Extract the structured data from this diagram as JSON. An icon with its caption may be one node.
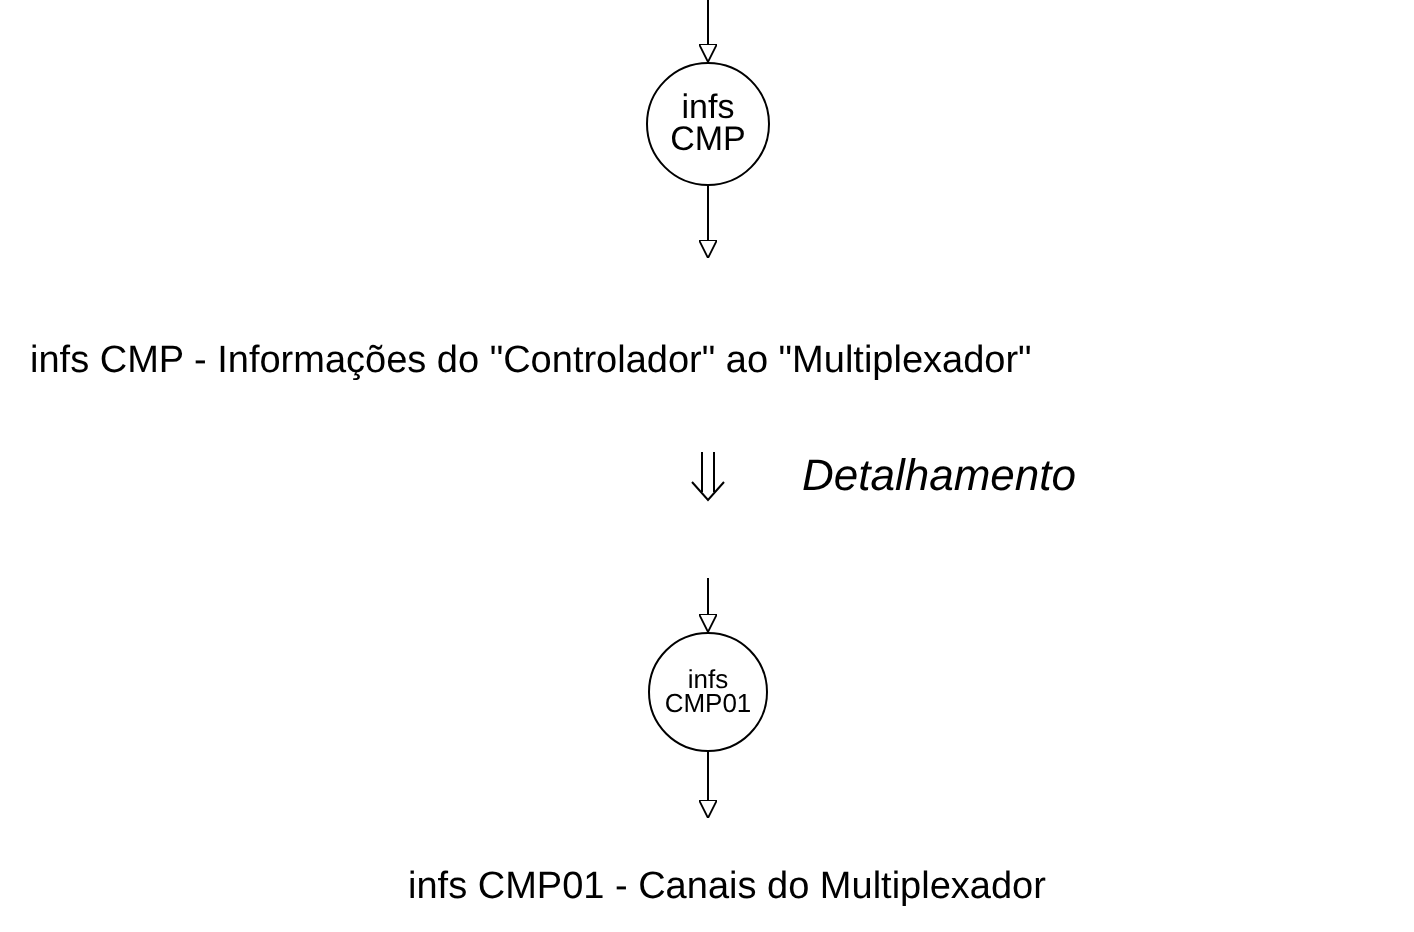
{
  "diagram": {
    "nodes": [
      {
        "text": [
          "infs CMP"
        ]
      },
      {
        "text": [
          "infs CMP01"
        ]
      }
    ],
    "edges": [
      {
        "from": null,
        "to": 0,
        "arrow": "to"
      },
      {
        "from": 0,
        "to": null,
        "arrow": "to"
      },
      {
        "from": null,
        "to": 1,
        "arrow": "to"
      },
      {
        "from": 1,
        "to": null,
        "arrow": "to"
      }
    ],
    "labels": [
      "infs CMP - Informações do \"Controlador\" ao \"Multiplexador\"",
      "Detalhamento",
      "infs CMP01 - Canais do Multiplexador"
    ]
  }
}
